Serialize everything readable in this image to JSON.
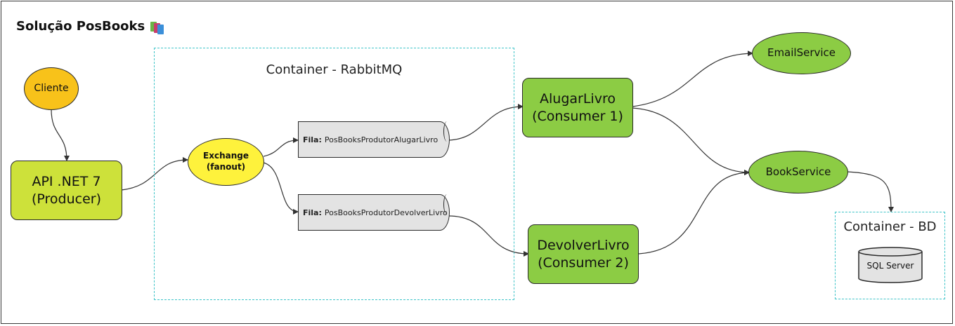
{
  "title": "Solução PosBooks",
  "containers": {
    "rabbitmq": "Container - RabbitMQ",
    "bd": "Container - BD"
  },
  "nodes": {
    "cliente": "Cliente",
    "api_line1": "API .NET 7",
    "api_line2": "(Producer)",
    "exchange_line1": "Exchange",
    "exchange_line2": "(fanout)",
    "alugar_line1": "AlugarLivro",
    "alugar_line2": "(Consumer 1)",
    "devolver_line1": "DevolverLivro",
    "devolver_line2": "(Consumer 2)",
    "email_service": "EmailService",
    "book_service": "BookService",
    "sql_server": "SQL Server"
  },
  "queues": [
    {
      "prefix": "Fila:",
      "name": "PosBooksProdutorAlugarLivro"
    },
    {
      "prefix": "Fila:",
      "name": "PosBooksProdutorDevolverLivro"
    }
  ],
  "colors": {
    "green_node": "#8ccc44",
    "lime_node": "#cde13a",
    "orange_node": "#f8c21a",
    "yellow_node": "#fef23c",
    "queue_fill": "#e3e3e3",
    "container_border": "#3ec4c8",
    "edge": "#333333"
  },
  "icons": {
    "title_icon": "books-icon"
  }
}
